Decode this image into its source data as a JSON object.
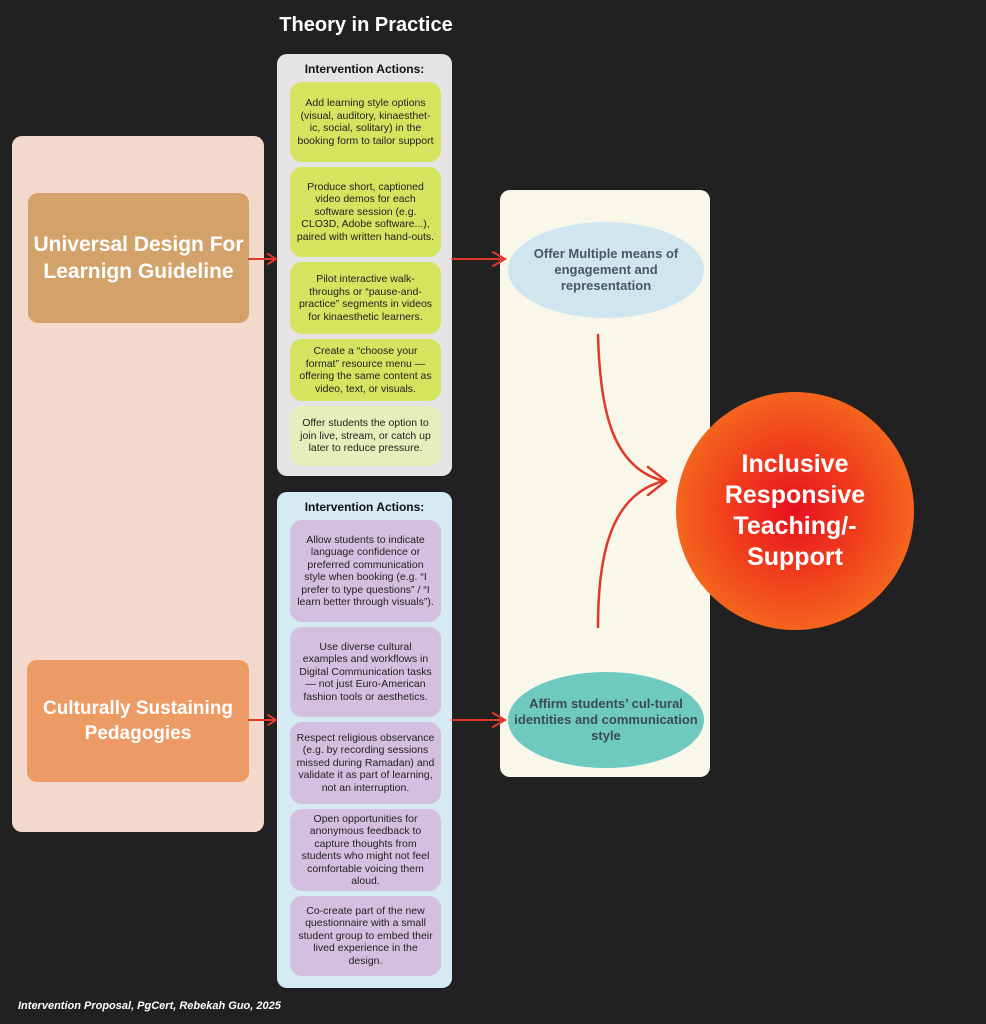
{
  "title": "Theory in Practice",
  "models": {
    "udl": "Universal Design For Learnign Guideline",
    "csp": "Culturally Sustaining Pedagogies"
  },
  "udl_panel": {
    "heading": "Intervention Actions:",
    "actions": [
      "Add learning style options (visual, auditory, kinaesthet-ic, social, solitary) in the booking form to tailor support",
      "Produce short, captioned video demos for each software session (e.g. CLO3D, Adobe software...), paired with written hand-outs.",
      "Pilot interactive walk-throughs or “pause-and-practice” segments in videos for kinaesthetic learners.",
      "Create a “choose your format” resource menu — offering the same content as video, text, or visuals.",
      "Offer students the option to join live, stream, or catch up later to reduce pressure."
    ]
  },
  "csp_panel": {
    "heading": "Intervention Actions:",
    "actions": [
      "Allow students to indicate language confidence or preferred communication style when booking (e.g. “I prefer to type questions” / “I learn better through visuals”).",
      "Use diverse cultural examples and workflows in Digital Communication tasks — not just Euro-American fashion tools or aesthetics.",
      "Respect religious observance (e.g. by recording sessions missed during Ramadan) and validate it as part of learning, not an interruption.",
      "Open opportunities for anonymous feedback to capture thoughts from students who might not feel comfortable voicing them aloud.",
      "Co-create part of the new questionnaire with a small student group to embed their lived experience in the design."
    ]
  },
  "outcomes": {
    "udl": "Offer Multiple means of engagement and representation",
    "csp": "Affirm students’ cul-tural identities and communication style"
  },
  "goal": "Inclusive Responsive Teaching/-Support",
  "footer": "Intervention Proposal, PgCert, Rebekah Guo, 2025",
  "colors": {
    "background": "#222121",
    "arrow": "#e2382a",
    "udl_box": "#d3a26a",
    "csp_box": "#ec9b65"
  }
}
